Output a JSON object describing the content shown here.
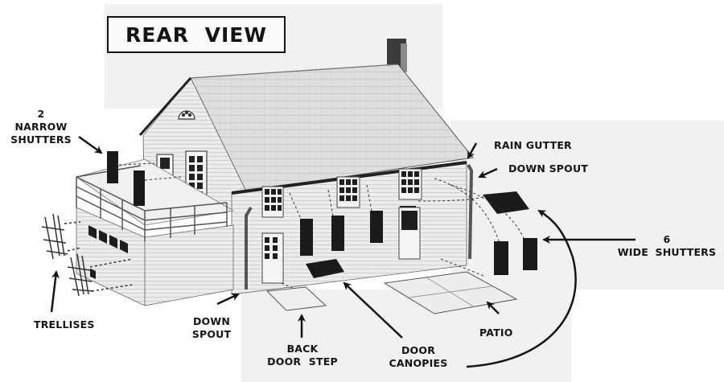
{
  "title": "REAR VIEW",
  "labels": {
    "narrow_shutters": {
      "count": "2",
      "line1": "NARROW",
      "line2": "SHUTTERS"
    },
    "rain_gutter": "RAIN GUTTER",
    "down_spout_right": "DOWN SPOUT",
    "wide_shutters": {
      "count": "6",
      "line1": "WIDE SHUTTERS"
    },
    "trellises": "TRELLISES",
    "down_spout_front": {
      "line1": "DOWN",
      "line2": "SPOUT"
    },
    "back_door_step": {
      "line1": "BACK",
      "line2": "DOOR STEP"
    },
    "door_canopies": {
      "line1": "DOOR",
      "line2": "CANOPIES"
    },
    "patio": "PATIO"
  },
  "colors": {
    "ink": "#141414",
    "paper": "#ffffff",
    "wall": "#e9e9e9",
    "roof": "#dcdcdc"
  }
}
